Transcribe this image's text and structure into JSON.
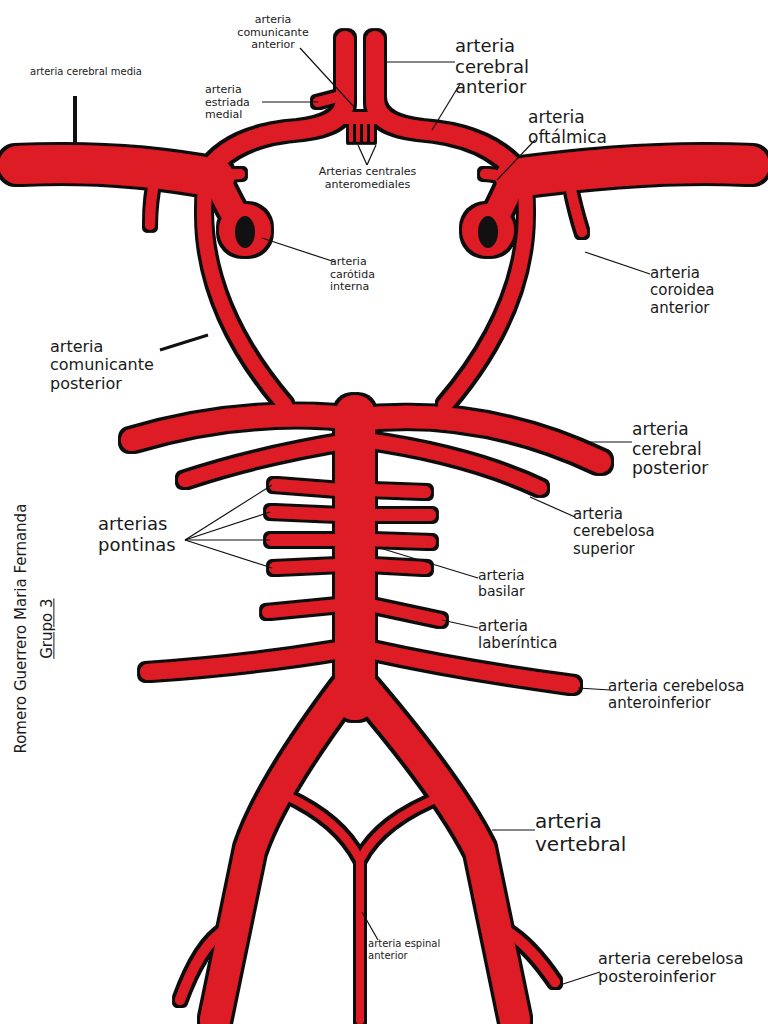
{
  "diagram": {
    "labels": [
      "arteria comunicante anterior",
      "arteria cerebral anterior",
      "arteria cerebral media",
      "arteria estriada medial",
      "arteria oftálmica",
      "Arterias centrales anteromediales",
      "arteria carótida interna",
      "arteria coroidea anterior",
      "arteria comunicante posterior",
      "arteria cerebral posterior",
      "arteria cerebelosa superior",
      "arterias pontinas",
      "arteria basilar",
      "arteria laberíntica",
      "arteria cerebelosa anteroinferior",
      "arteria vertebral",
      "arteria espinal anterior",
      "arteria cerebelosa posteroinferior",
      "Romero Guerrero Maria Fernanda",
      "Grupo 3"
    ]
  }
}
